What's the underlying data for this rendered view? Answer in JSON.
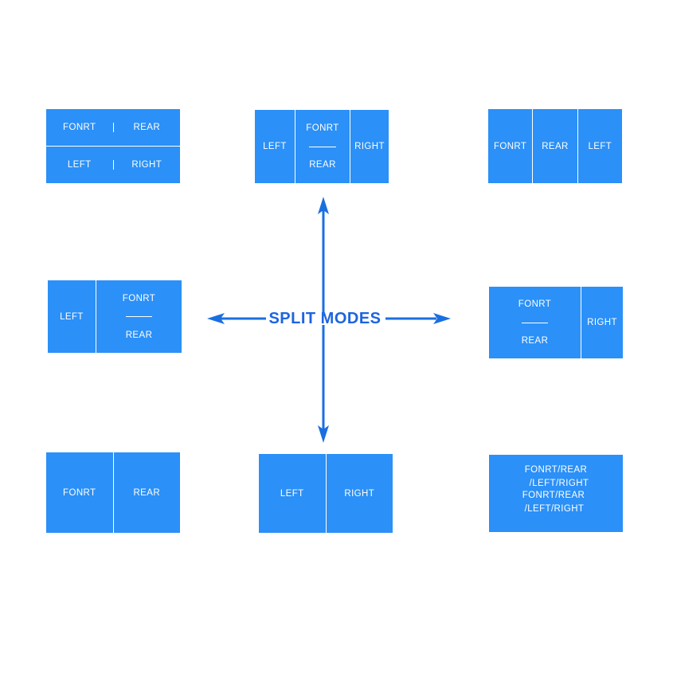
{
  "diagram": {
    "title": "SPLIT MODES",
    "accent_color": "#2b90f7",
    "arrow_color": "#1a6fe0",
    "title_color": "#1d64e0",
    "label_color": "#ffffff",
    "background": "#ffffff"
  },
  "labels": {
    "front": "FONRT",
    "rear": "REAR",
    "left": "LEFT",
    "right": "RIGHT"
  },
  "panels": {
    "top_left": {
      "name": "quad-split",
      "cells": [
        {
          "label": "FONRT"
        },
        {
          "label": "REAR"
        },
        {
          "label": "LEFT"
        },
        {
          "label": "RIGHT"
        }
      ]
    },
    "top_center": {
      "name": "left-stack-right-split",
      "cells": [
        {
          "label": "LEFT"
        },
        {
          "label": "FONRT"
        },
        {
          "label": "REAR"
        },
        {
          "label": "RIGHT"
        }
      ]
    },
    "top_right": {
      "name": "three-column-split",
      "cells": [
        {
          "label": "FONRT"
        },
        {
          "label": "REAR"
        },
        {
          "label": "LEFT"
        }
      ]
    },
    "middle_left": {
      "name": "left-plus-stack-split",
      "cells": [
        {
          "label": "LEFT"
        },
        {
          "label": "FONRT"
        },
        {
          "label": "REAR"
        }
      ]
    },
    "middle_right": {
      "name": "stack-plus-right-split",
      "cells": [
        {
          "label": "FONRT"
        },
        {
          "label": "REAR"
        },
        {
          "label": "RIGHT"
        }
      ]
    },
    "bottom_left": {
      "name": "front-rear-split",
      "cells": [
        {
          "label": "FONRT"
        },
        {
          "label": "REAR"
        }
      ]
    },
    "bottom_center": {
      "name": "left-right-split",
      "cells": [
        {
          "label": "LEFT"
        },
        {
          "label": "RIGHT"
        }
      ]
    },
    "bottom_right": {
      "name": "combined-modes-text",
      "lines": [
        "FONRT/REAR",
        "/LEFT/RIGHT",
        "FONRT/REAR",
        "/LEFT/RIGHT"
      ]
    }
  },
  "arrows": {
    "up": "arrow-up",
    "down": "arrow-down",
    "left": "arrow-left",
    "right": "arrow-right"
  }
}
